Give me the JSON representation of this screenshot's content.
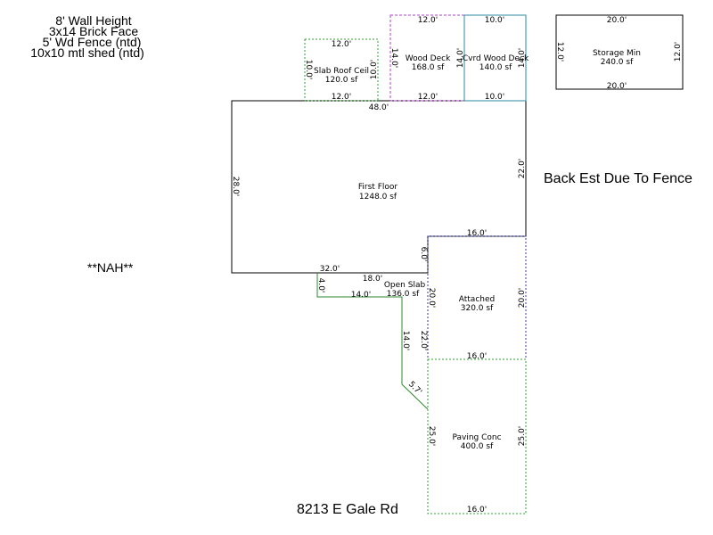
{
  "notes": {
    "line1": "8' Wall Height",
    "line2": "3x14 Brick Face",
    "line3": "5' Wd Fence (ntd)",
    "line4": "10x10 mtl shed (ntd)",
    "back_note": "Back Est Due To Fence",
    "nah": "**NAH**",
    "address": "8213 E Gale Rd"
  },
  "areas": {
    "first_floor": {
      "name": "First Floor",
      "area": "1248.0 sf"
    },
    "slab_roof": {
      "name": "Slab Roof Ceil",
      "area": "120.0 sf"
    },
    "wood_deck": {
      "name": "Wood Deck",
      "area": "168.0 sf"
    },
    "cvrd_deck": {
      "name": "Cvrd Wood Deck",
      "area": "140.0 sf"
    },
    "storage": {
      "name": "Storage Min",
      "area": "240.0 sf"
    },
    "open_slab": {
      "name": "Open Slab",
      "area": "136.0 sf"
    },
    "attached": {
      "name": "Attached",
      "area": "320.0 sf"
    },
    "paving": {
      "name": "Paving Conc",
      "area": "400.0 sf"
    }
  },
  "dims": {
    "ff_top": "48.0'",
    "ff_left": "28.0'",
    "ff_right": "22.0'",
    "ff_bottom": "32.0'",
    "ff_step": "16.0'",
    "ff_six": "6.0'",
    "slab_top": "12.0'",
    "slab_bottom": "12.0'",
    "slab_left": "10.0'",
    "slab_right": "10.0'",
    "deck_top": "12.0'",
    "deck_bottom": "12.0'",
    "deck_left": "14.0'",
    "deck_right": "14.0'",
    "cvrd_top": "10.0'",
    "cvrd_bottom": "10.0'",
    "cvrd_right": "14.0'",
    "storage_top": "20.0'",
    "storage_bottom": "20.0'",
    "storage_left": "12.0'",
    "storage_right": "12.0'",
    "os_top": "18.0'",
    "os_four": "4.0'",
    "os_fourteen": "14.0'",
    "os_vert": "14.0'",
    "os_diag": "5.7'",
    "os_right_a": "20.0'",
    "os_right_b": "22.0'",
    "att_right": "20.0'",
    "att_bottom": "16.0'",
    "pav_left": "25.0'",
    "pav_right": "25.0'",
    "pav_bottom": "16.0'"
  },
  "colors": {
    "first_floor": "#000000",
    "slab": "#2ea02e",
    "wood_deck": "#b040c8",
    "cvrd_deck": "#2a8aa0",
    "storage": "#000000",
    "open_slab": "#2e8a2e",
    "attached": "#3a3ab0",
    "paving": "#2ea02e"
  }
}
